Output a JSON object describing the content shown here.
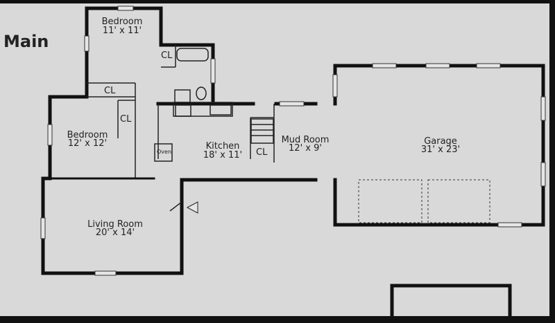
{
  "title": "Main",
  "rooms": {
    "bedroom1": {
      "name": "Bedroom",
      "size": "11' x 11'"
    },
    "bedroom2": {
      "name": "Bedroom",
      "size": "12' x 12'"
    },
    "living": {
      "name": "Living Room",
      "size": "20' x 14'"
    },
    "kitchen": {
      "name": "Kitchen",
      "size": "18' x 11'"
    },
    "mudroom": {
      "name": "Mud Room",
      "size": "12' x 9'"
    },
    "garage": {
      "name": "Garage",
      "size": "31' x 23'"
    }
  },
  "closets": [
    "CL",
    "CL",
    "CL",
    "CL"
  ],
  "appliances": {
    "oven": "Oven"
  },
  "colors": {
    "paper": "#d9d9d9",
    "wall": "#111111",
    "frame": "#111111"
  }
}
